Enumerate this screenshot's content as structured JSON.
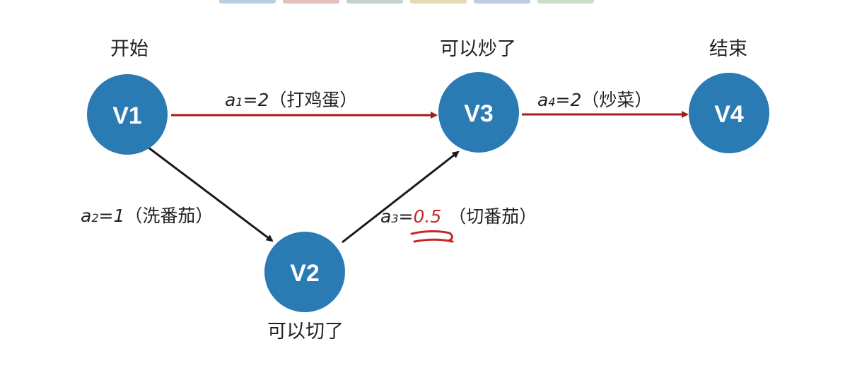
{
  "colors": {
    "node_fill": "#2a7ab4",
    "node_text": "#ffffff",
    "edge_critical": "#a31c1c",
    "edge_normal": "#1a1a1a",
    "annotation": "#c62828",
    "tab_swatches": [
      "#7fa7c9",
      "#d08a8a",
      "#9aa9a0",
      "#d0b877",
      "#8aa0c9",
      "#9fc49a"
    ]
  },
  "nodes": [
    {
      "id": "V1",
      "label": "V1",
      "caption": "开始"
    },
    {
      "id": "V2",
      "label": "V2",
      "caption": "可以切了"
    },
    {
      "id": "V3",
      "label": "V3",
      "caption": "可以炒了"
    },
    {
      "id": "V4",
      "label": "V4",
      "caption": "结束"
    }
  ],
  "edges": [
    {
      "id": "a1",
      "from": "V1",
      "to": "V3",
      "critical": true,
      "var": "a",
      "sub": "1",
      "eq": "=2",
      "task": "（打鸡蛋）"
    },
    {
      "id": "a2",
      "from": "V1",
      "to": "V2",
      "critical": false,
      "var": "a",
      "sub": "2",
      "eq": "=1",
      "task": "（洗番茄）"
    },
    {
      "id": "a3",
      "from": "V2",
      "to": "V3",
      "critical": false,
      "var": "a",
      "sub": "3",
      "eq": "=",
      "value": "0.5",
      "task": "（切番茄）"
    },
    {
      "id": "a4",
      "from": "V3",
      "to": "V4",
      "critical": true,
      "var": "a",
      "sub": "4",
      "eq": "=2",
      "task": "（炒菜）"
    }
  ]
}
